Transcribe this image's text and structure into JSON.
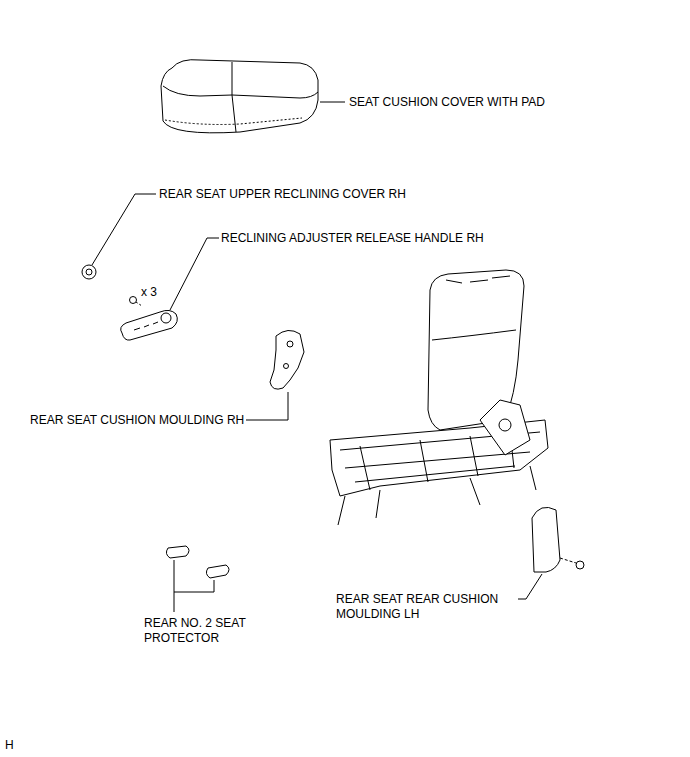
{
  "diagram": {
    "labels": [
      "SEAT CUSHION COVER WITH PAD",
      "REAR SEAT UPPER RECLINING COVER RH",
      "RECLINING ADJUSTER RELEASE HANDLE RH",
      "x 3",
      "REAR SEAT CUSHION MOULDING RH",
      "REAR SEAT REAR CUSHION MOULDING LH",
      "REAR NO. 2 SEAT PROTECTOR",
      "H"
    ]
  }
}
